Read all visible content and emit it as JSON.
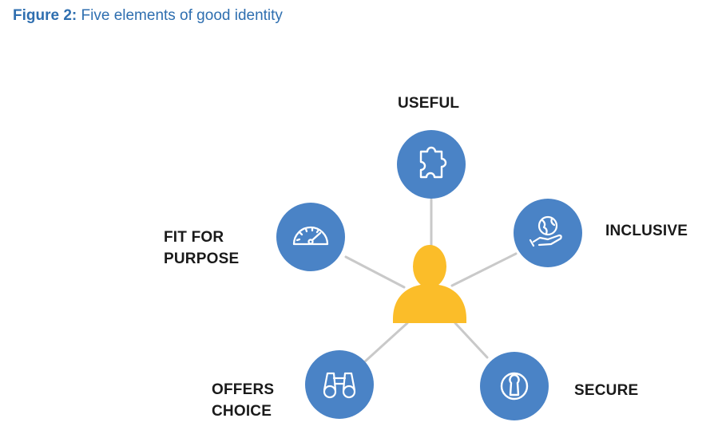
{
  "caption": {
    "label": "Figure 2:",
    "text": "Five elements of good identity"
  },
  "colors": {
    "caption": "#2f6fb0",
    "node": "#4a83c6",
    "center": "#fbbd29",
    "connector": "#c9c9c9",
    "label": "#1a1a1a"
  },
  "center": {
    "icon": "person-icon"
  },
  "nodes": [
    {
      "id": "useful",
      "lines": [
        "USEFUL"
      ],
      "icon": "puzzle-piece-icon"
    },
    {
      "id": "inclusive",
      "lines": [
        "INCLUSIVE"
      ],
      "icon": "globe-in-hand-icon"
    },
    {
      "id": "secure",
      "lines": [
        "SECURE"
      ],
      "icon": "keyhole-icon"
    },
    {
      "id": "offers-choice",
      "lines": [
        "OFFERS",
        "CHOICE"
      ],
      "icon": "binoculars-icon"
    },
    {
      "id": "fit-for-purpose",
      "lines": [
        "FIT FOR",
        "PURPOSE"
      ],
      "icon": "speedometer-icon"
    }
  ]
}
